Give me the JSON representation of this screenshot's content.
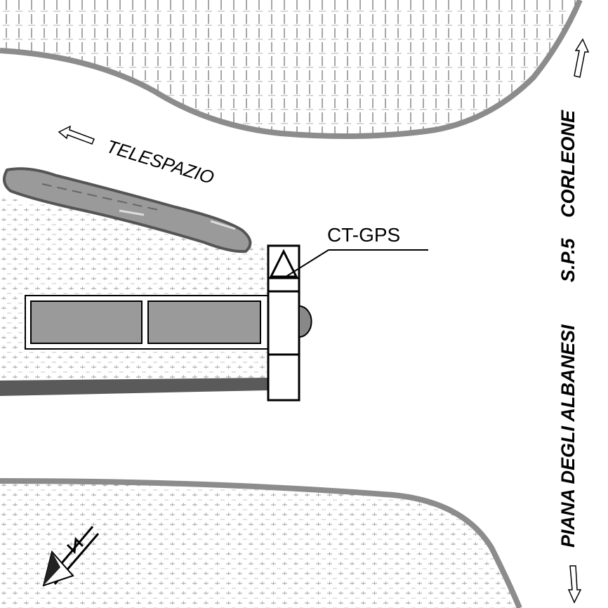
{
  "map": {
    "labels": {
      "telespazio": "TELESPAZIO",
      "station": "CT-GPS",
      "road_name": "PIANA DEGLI ALBANESI",
      "road_number": "S.P.5",
      "road_destination": "CORLEONE"
    },
    "icons": {
      "north": "north-arrow-icon",
      "station": "triangle-station-icon",
      "direction": "hollow-arrow-icon"
    },
    "colors": {
      "road_edge": "#8c8c8c",
      "building_fill": "#9a9a9a",
      "hatch": "#7a7a7a",
      "background": "#ffffff"
    }
  }
}
